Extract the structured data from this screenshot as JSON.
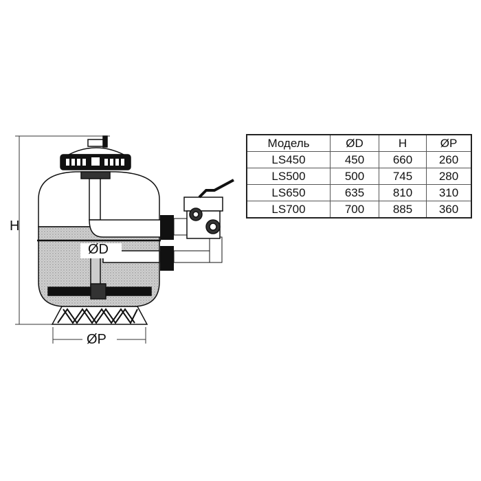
{
  "diagram": {
    "label_height": "H",
    "label_diameter": "ØD",
    "label_base": "ØP"
  },
  "table": {
    "headers": [
      "Модель",
      "ØD",
      "H",
      "ØP"
    ],
    "rows": [
      [
        "LS450",
        "450",
        "660",
        "260"
      ],
      [
        "LS500",
        "500",
        "745",
        "280"
      ],
      [
        "LS650",
        "635",
        "810",
        "310"
      ],
      [
        "LS700",
        "700",
        "885",
        "360"
      ]
    ]
  }
}
